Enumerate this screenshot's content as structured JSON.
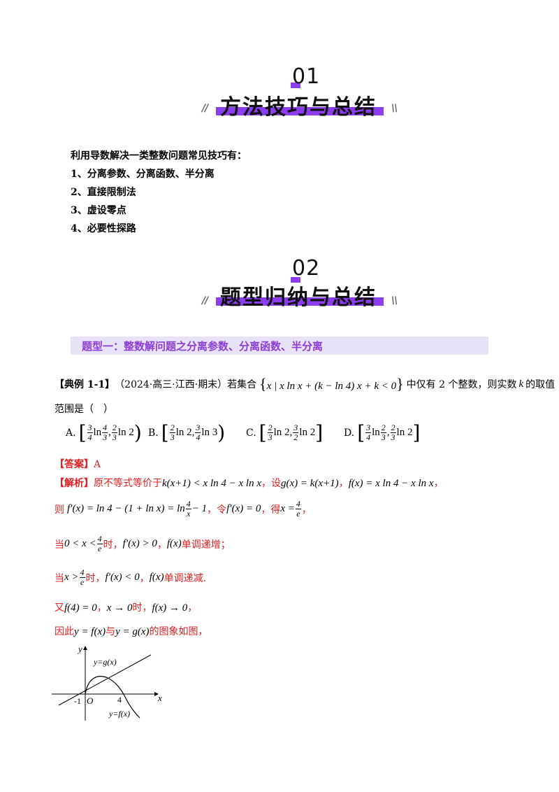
{
  "section1": {
    "number": "01",
    "title": "方法技巧与总结"
  },
  "section2": {
    "number": "02",
    "title": "题型归纳与总结"
  },
  "slash_left": "//",
  "slash_right": "\\\\",
  "intro": "利用导数解决一类整数问题常见技巧有：",
  "methods": [
    "1、分离参数、分离函数、半分离",
    "2、直接限制法",
    "3、虚设零点",
    "4、必要性探路"
  ],
  "type1_title": "题型一：整数解问题之分离参数、分离函数、半分离",
  "example": {
    "label": "【典例 1-1】",
    "source": "（2024·高三·江西·期末）若集合",
    "set_expr": "x | x ln x + (k − ln 4) x + k < 0",
    "tail": "中仅有 2 个整数，则实数",
    "k": "k",
    "tail2": "的取值",
    "line2": "范围是（　）"
  },
  "options": [
    {
      "letter": "A.",
      "a_num": "3",
      "a_den": "4",
      "a_mid": "ln",
      "a_num2": "4",
      "a_den2": "3",
      "b_num": "2",
      "b_den": "3",
      "b_tail": "ln 2",
      "close": ")"
    },
    {
      "letter": "B.",
      "a_num": "2",
      "a_den": "3",
      "a_tail": "ln 2,",
      "b_num": "3",
      "b_den": "4",
      "b_tail": "ln 3",
      "close": ")"
    },
    {
      "letter": "C.",
      "a_num": "2",
      "a_den": "3",
      "a_tail": "ln 2,",
      "b_num": "3",
      "b_den": "2",
      "b_tail": "ln 2",
      "close": "]"
    },
    {
      "letter": "D.",
      "a_num": "3",
      "a_den": "4",
      "a_mid": "ln",
      "a_num2": "2",
      "a_den2": "3",
      "b_num": "2",
      "b_den": "3",
      "b_tail": "ln 2",
      "close": "]"
    }
  ],
  "answer_label": "【答案】",
  "answer": "A",
  "analysis_label": "【解析】",
  "analysis": {
    "l1_a": "原不等式等价于",
    "l1_m1": "k(x+1) < x ln 4 − x ln x",
    "l1_b": "，设",
    "l1_m2": "g(x) = k(x+1)",
    "l1_c": "，",
    "l1_m3": "f(x) = x ln 4 − x ln x",
    "l1_d": "，",
    "l2_a": "则",
    "l2_m1": "f′(x) = ln 4 − (1 + ln x) = ln",
    "l2_fn": "4",
    "l2_fd": "x",
    "l2_m1b": "− 1",
    "l2_b": "，令",
    "l2_m2": "f′(x) = 0",
    "l2_c": "，得",
    "l2_m3": "x =",
    "l2_fn2": "4",
    "l2_fd2": "e",
    "l2_d": "，",
    "l3_a": "当",
    "l3_m1": "0 < x <",
    "l3_fn": "4",
    "l3_fd": "e",
    "l3_b": "时，",
    "l3_m2": "f′(x) > 0",
    "l3_c": "，",
    "l3_m3": "f(x)",
    "l3_d": "单调递增；",
    "l4_a": "当",
    "l4_m1": "x >",
    "l4_fn": "4",
    "l4_fd": "e",
    "l4_b": "时，",
    "l4_m2": "f′(x) < 0",
    "l4_c": "，",
    "l4_m3": "f(x)",
    "l4_d": "单调递减.",
    "l5_a": "又",
    "l5_m1": "f(4) = 0",
    "l5_b": "，",
    "l5_m2": "x → 0",
    "l5_c": "时，",
    "l5_m3": "f(x) → 0",
    "l5_d": "，",
    "l6_a": "因此",
    "l6_m1": "y = f(x)",
    "l6_b": "与",
    "l6_m2": "y = g(x)",
    "l6_c": "的图象如图，"
  },
  "graph": {
    "y_axis": "y",
    "x_axis": "x",
    "origin": "O",
    "neg_one": "-1",
    "four": "4",
    "g_label": "y=g(x)",
    "f_label": "y=f(x)"
  },
  "colors": {
    "accent": "#8b3df0",
    "red": "#e02020",
    "type_bg": "#e8e2f6",
    "type_text": "#8a3cd6"
  }
}
